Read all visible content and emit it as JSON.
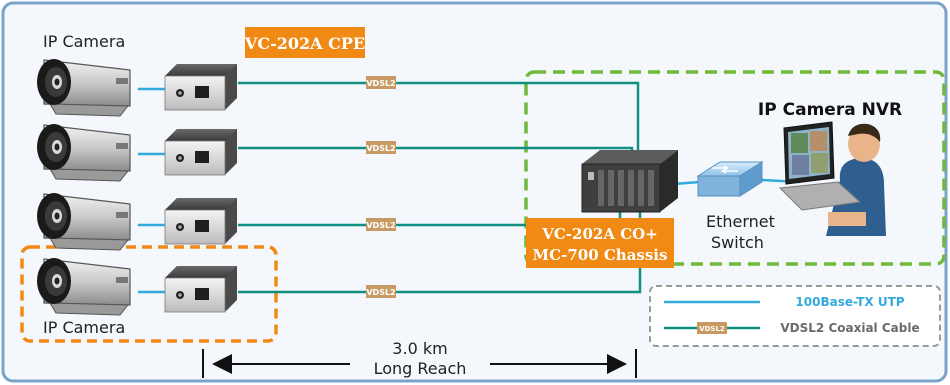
{
  "colors": {
    "frame_border": "#7aa3cc",
    "frame_bg": "#f4f8fc",
    "utp_line": "#33aadd",
    "coax_line": "#0f9080",
    "orange": "#f08a14",
    "green_dash": "#6fb83c",
    "vdsl_tag": "#c89a63",
    "legend_border": "#9a9a9a"
  },
  "labels": {
    "ip_camera_top": "IP Camera",
    "ip_camera_bottom": "IP Camera",
    "cpe_box": "VC-202A CPE",
    "co_line1": "VC-202A CO+",
    "co_line2": "MC-700 Chassis",
    "nvr_title": "IP Camera NVR",
    "ethernet_line1": "Ethernet",
    "ethernet_line2": "Switch",
    "distance_line1": "3.0 km",
    "distance_line2": "Long Reach",
    "vdsl_tag": "VDSL2"
  },
  "legend": {
    "utp_label": "100Base-TX UTP",
    "coax_label": "VDSL2 Coaxial Cable",
    "coax_tag": "VDSL2"
  },
  "icons": {
    "camera": "cctv-camera-icon",
    "converter": "media-converter-icon",
    "chassis": "chassis-icon",
    "switch": "ethernet-switch-icon",
    "operator": "nvr-operator-icon"
  }
}
